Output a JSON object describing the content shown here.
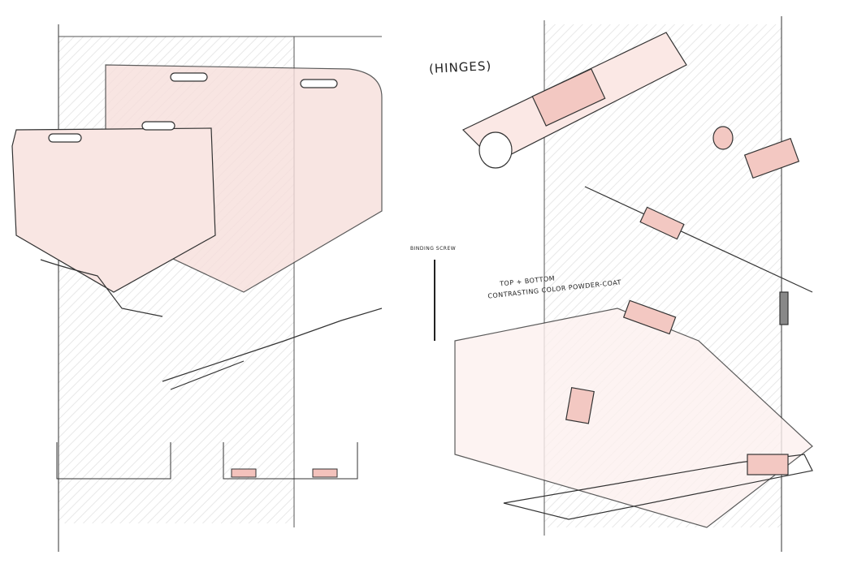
{
  "labels": {
    "title": "(HINGES)",
    "binding_screw": "BINDING SCREW",
    "coat_line1": "TOP + BOTTOM",
    "coat_line2": "CONTRASTING COLOR POWDER-COAT"
  },
  "colors": {
    "accent": "#f2c9c4",
    "line": "#2a2a2a",
    "hatch": "#e6e6e6"
  }
}
